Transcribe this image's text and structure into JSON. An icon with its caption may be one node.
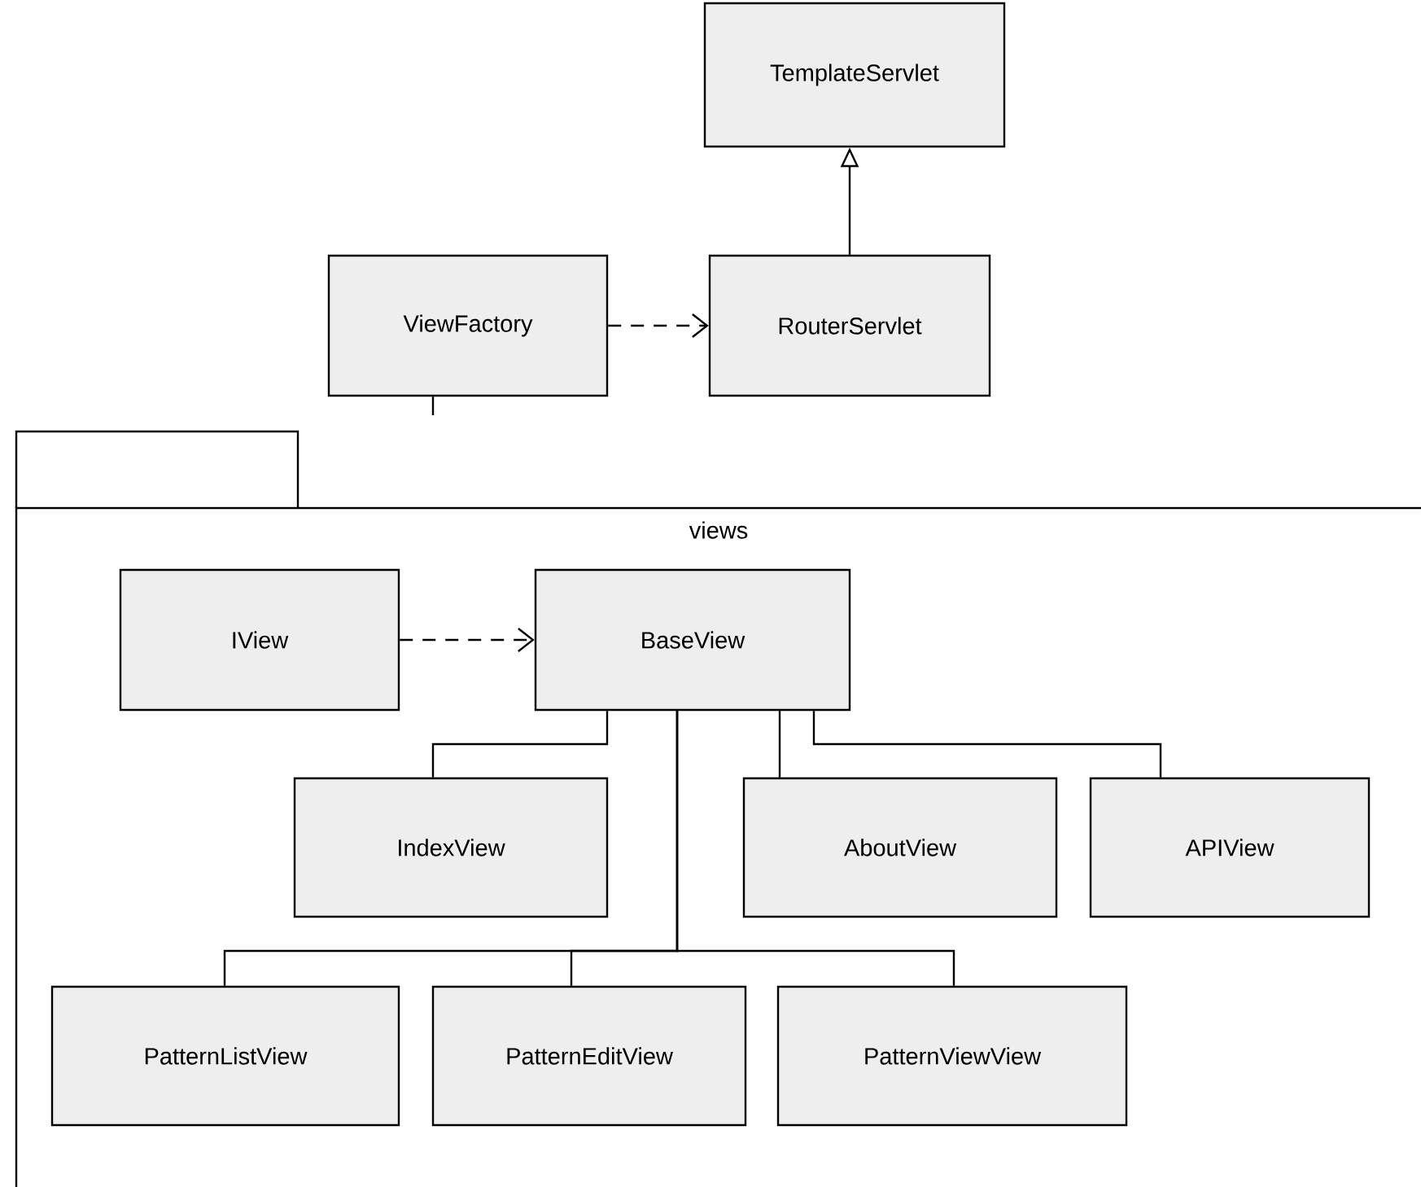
{
  "diagram": {
    "nodes": [
      {
        "text": [
          "TemplateServlet"
        ]
      },
      {
        "text": [
          "ViewFactory"
        ]
      },
      {
        "text": [
          "RouterServlet"
        ]
      },
      {
        "text": [
          "views"
        ]
      },
      {
        "text": [
          "IView"
        ],
        "in": 3
      },
      {
        "text": [
          "BaseView"
        ],
        "in": 3
      },
      {
        "text": [
          "IndexView"
        ],
        "in": 3
      },
      {
        "text": [
          "AboutView"
        ],
        "in": 3
      },
      {
        "text": [
          "APIView"
        ],
        "in": 3
      },
      {
        "text": [
          "PatternListView"
        ],
        "in": 3
      },
      {
        "text": [
          "PatternEditView"
        ],
        "in": 3
      },
      {
        "text": [
          "PatternViewView"
        ],
        "in": 3
      }
    ],
    "edges": [
      {
        "from": 2,
        "to": 0,
        "arrow": "to"
      },
      {
        "from": 1,
        "to": 2,
        "arrow": "to",
        "style": "dashed"
      },
      {
        "from": 1,
        "to": 3,
        "arrow": "none"
      },
      {
        "from": 4,
        "to": 5,
        "arrow": "to",
        "style": "dashed"
      },
      {
        "from": 5,
        "to": 6,
        "arrow": "none"
      },
      {
        "from": 5,
        "to": 7,
        "arrow": "none"
      },
      {
        "from": 5,
        "to": 8,
        "arrow": "none"
      },
      {
        "from": 5,
        "to": 9,
        "arrow": "none"
      },
      {
        "from": 5,
        "to": 10,
        "arrow": "none"
      },
      {
        "from": 5,
        "to": 11,
        "arrow": "none"
      }
    ]
  }
}
